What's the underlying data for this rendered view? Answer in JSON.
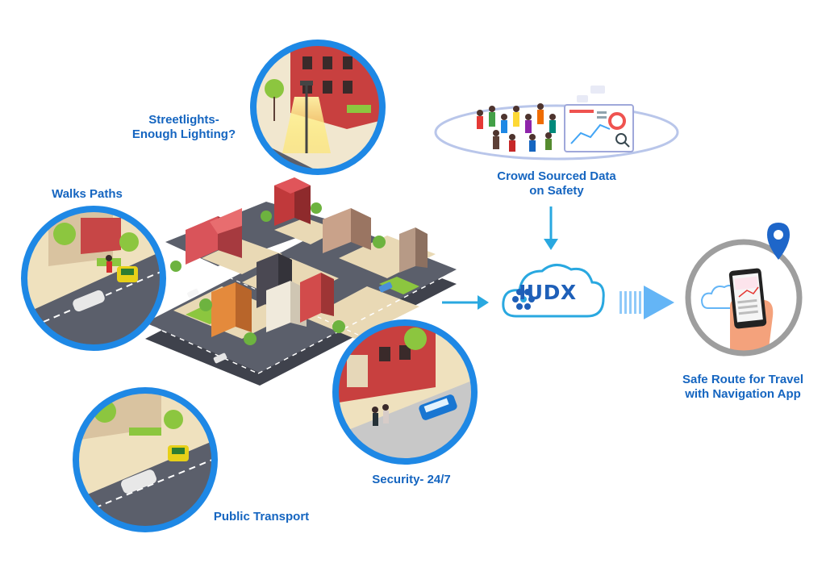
{
  "labels": {
    "streetlights": [
      "Streetlights-",
      "Enough Lighting?"
    ],
    "walk_paths": "Walks Paths",
    "crowd_data": [
      "Crowd Sourced Data",
      "on Safety"
    ],
    "public_transport": "Public Transport",
    "security": "Security- 24/7",
    "safe_route": [
      "Safe Route for Travel",
      "with Navigation App"
    ]
  },
  "cloud_logo": "IUDX",
  "colors": {
    "label_text": "#1565c0",
    "circle_ring": "#1e88e5",
    "arrow": "#29a8e0",
    "phone_ring": "#9e9e9e",
    "road": "#5b5f6b",
    "sidewalk": "#e9d9b5",
    "grass": "#8cc63f"
  },
  "icons": [
    "location-pin-icon",
    "cloud-icon",
    "arrow-down-icon",
    "arrow-right-icon",
    "smartphone-icon",
    "people-crowd-icon",
    "dashboard-monitor-icon"
  ]
}
